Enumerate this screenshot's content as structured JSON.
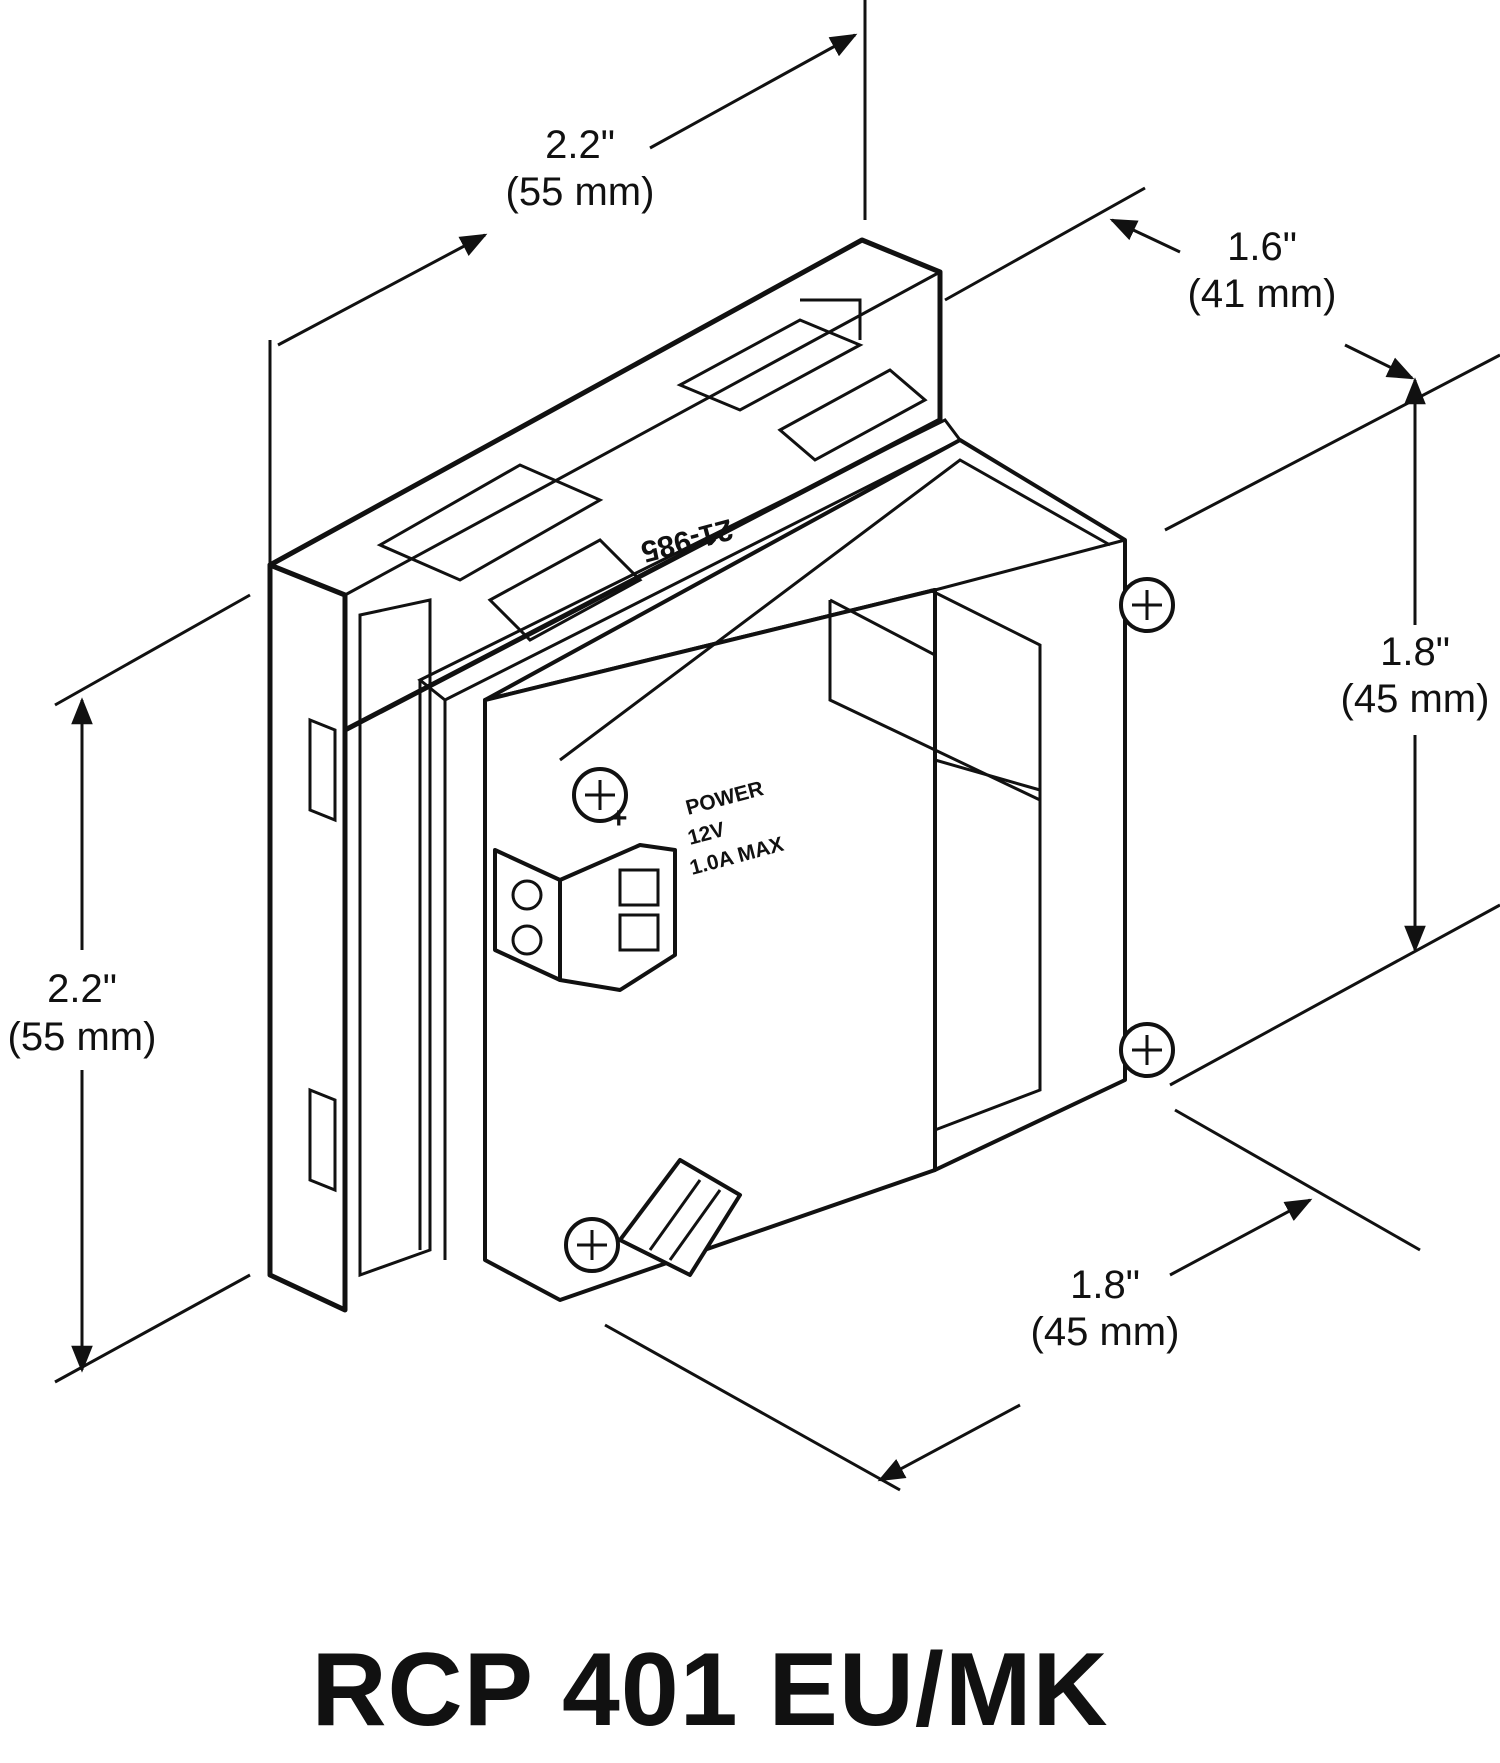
{
  "dimensions": {
    "front_width": {
      "inches": "2.2\"",
      "mm": "(55 mm)"
    },
    "front_height": {
      "inches": "2.2\"",
      "mm": "(55 mm)"
    },
    "back_depth": {
      "inches": "1.6\"",
      "mm": "(41 mm)"
    },
    "back_height": {
      "inches": "1.8\"",
      "mm": "(45 mm)"
    },
    "back_width": {
      "inches": "1.8\"",
      "mm": "(45 mm)"
    }
  },
  "device_labels": {
    "power": "POWER",
    "voltage": "12V",
    "current": "1.0A MAX",
    "polarity_plus": "+",
    "part_number": "21-985"
  },
  "model": "RCP 401 EU/MK"
}
